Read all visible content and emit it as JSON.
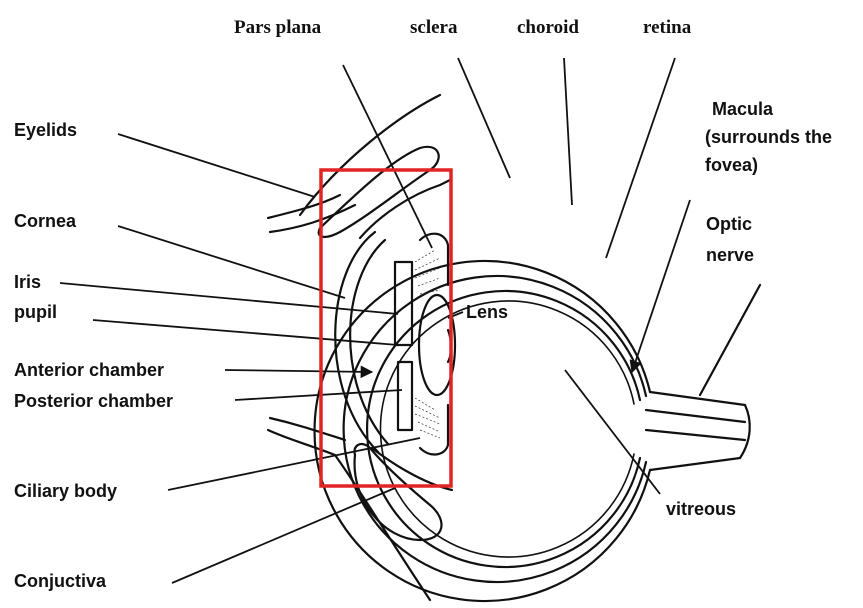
{
  "labels": {
    "pars_plana": "Pars plana",
    "sclera": "sclera",
    "choroid": "choroid",
    "retina": "retina",
    "macula": "Macula",
    "macula_2": "(surrounds the",
    "macula_3": "fovea)",
    "optic": "Optic",
    "nerve": "nerve",
    "eyelids": "Eyelids",
    "cornea": "Cornea",
    "iris": "Iris",
    "pupil": "pupil",
    "lens": "Lens",
    "anterior_chamber": "Anterior chamber",
    "posterior_chamber": "Posterior chamber",
    "ciliary_body": "Ciliary body",
    "vitreous": "vitreous",
    "conjuctiva": "Conjuctiva"
  },
  "highlight": {
    "color": "#e02424"
  }
}
